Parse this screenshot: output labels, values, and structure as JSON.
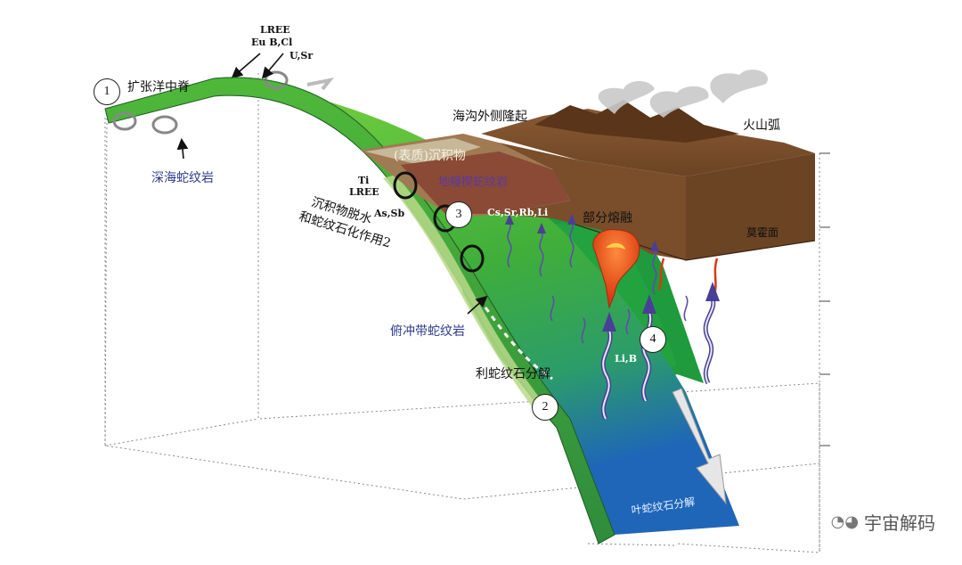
{
  "labels": {
    "ridge": "扩张洋中脊",
    "deep_sea_serp": "深海蛇纹岩",
    "trench_bulge": "海沟外侧隆起",
    "volcanic_arc": "火山弧",
    "sediment": "(表质)沉积物",
    "mantle_wedge_serp": "地幔楔蛇纹岩",
    "partial_melting": "部分熔融",
    "moho": "莫霍面",
    "dehydration_line1": "沉积物脱水",
    "dehydration_line2": "和蛇纹石化作用2",
    "subduction_serp": "俯冲带蛇纹岩",
    "liz_breakdown": "利蛇纹石分解",
    "atg_breakdown": "叶蛇纹石分解"
  },
  "elements": {
    "lree_top": "LREE",
    "eu_b_cl": "Eu B,Cl",
    "u_sr": "U,Sr",
    "ti": "Ti",
    "lree_mid": "LREE",
    "as_sb": "As,Sb",
    "cs_sr_rb_li": "Cs,Sr,Rb,Li",
    "li_b": "Li,B"
  },
  "markers": [
    "1",
    "2",
    "3",
    "4"
  ],
  "watermark": "宇宙解码",
  "colors": {
    "slab_green": "#3fae3a",
    "slab_light": "#8fe04a",
    "deep_blue": "#1f66b8",
    "crust_brown": "#7a4e2b",
    "crust_dark": "#5a3519",
    "mantle_green": "#1f9a3c",
    "label_blue": "#2d3a8c",
    "magma": "#e8501e"
  }
}
